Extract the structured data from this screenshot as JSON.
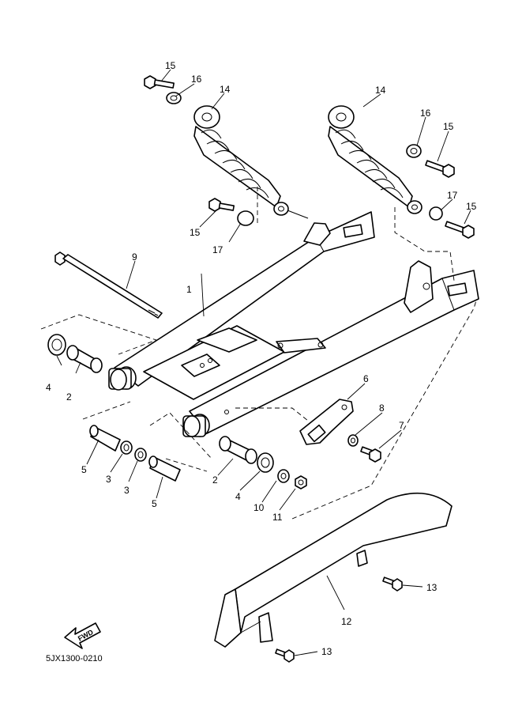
{
  "diagram_code": "5JX1300-0210",
  "fwd_text": "FWD",
  "callouts": {
    "c1": "1",
    "c2a": "2",
    "c2b": "2",
    "c3a": "3",
    "c3b": "3",
    "c4a": "4",
    "c4b": "4",
    "c5a": "5",
    "c5b": "5",
    "c6": "6",
    "c7": "7",
    "c8": "8",
    "c9": "9",
    "c10": "10",
    "c11": "11",
    "c12": "12",
    "c13a": "13",
    "c13b": "13",
    "c14a": "14",
    "c14b": "14",
    "c15a": "15",
    "c15b": "15",
    "c15c": "15",
    "c15d": "15",
    "c16a": "16",
    "c16b": "16",
    "c17a": "17",
    "c17b": "17"
  }
}
